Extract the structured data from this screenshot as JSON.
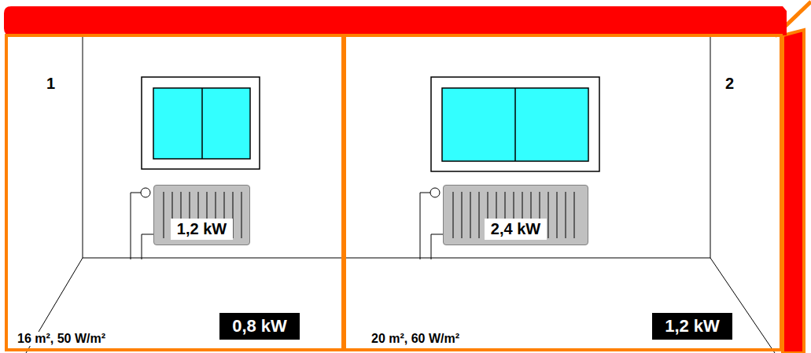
{
  "diagram": {
    "nodes": [
      {
        "text": [
          "1",
          "16 m², 50 W/m²"
        ]
      },
      {
        "text": [
          "1,2 kW"
        ],
        "in": 0
      },
      {
        "text": [
          "0,8 kW"
        ],
        "in": 0
      },
      {
        "text": [
          "2",
          "20 m², 60 W/m²"
        ]
      },
      {
        "text": [
          "2,4 kW"
        ],
        "in": 3
      },
      {
        "text": [
          "1,2 kW"
        ],
        "in": 3
      }
    ]
  }
}
